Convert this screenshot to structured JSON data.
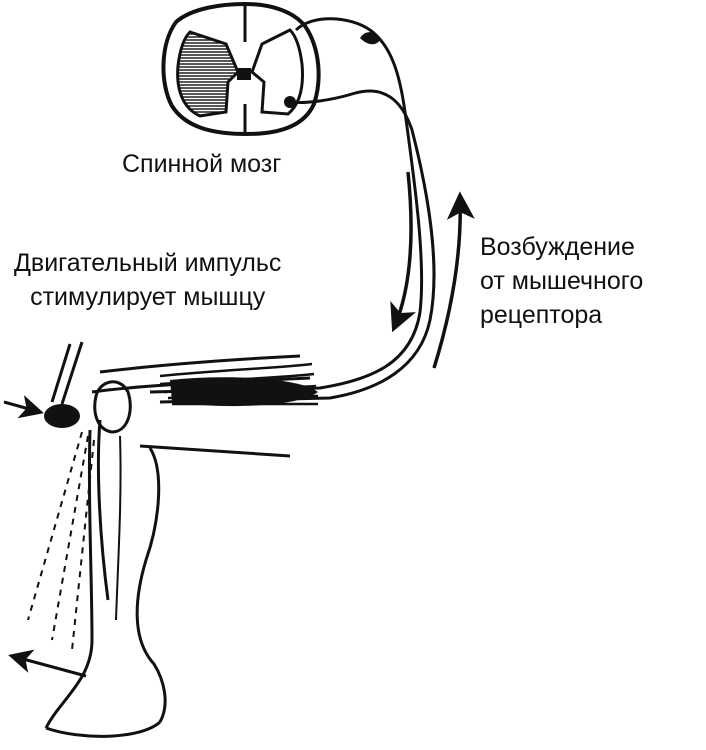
{
  "labels": {
    "spinal_cord": "Спинной мозг",
    "motor": [
      "Двигательный импульс",
      "стимулирует мышцу"
    ],
    "sensory": [
      "Возбуждение",
      "от мышечного",
      "рецептора"
    ]
  },
  "colors": {
    "ink": "#111111",
    "paper": "#ffffff"
  }
}
